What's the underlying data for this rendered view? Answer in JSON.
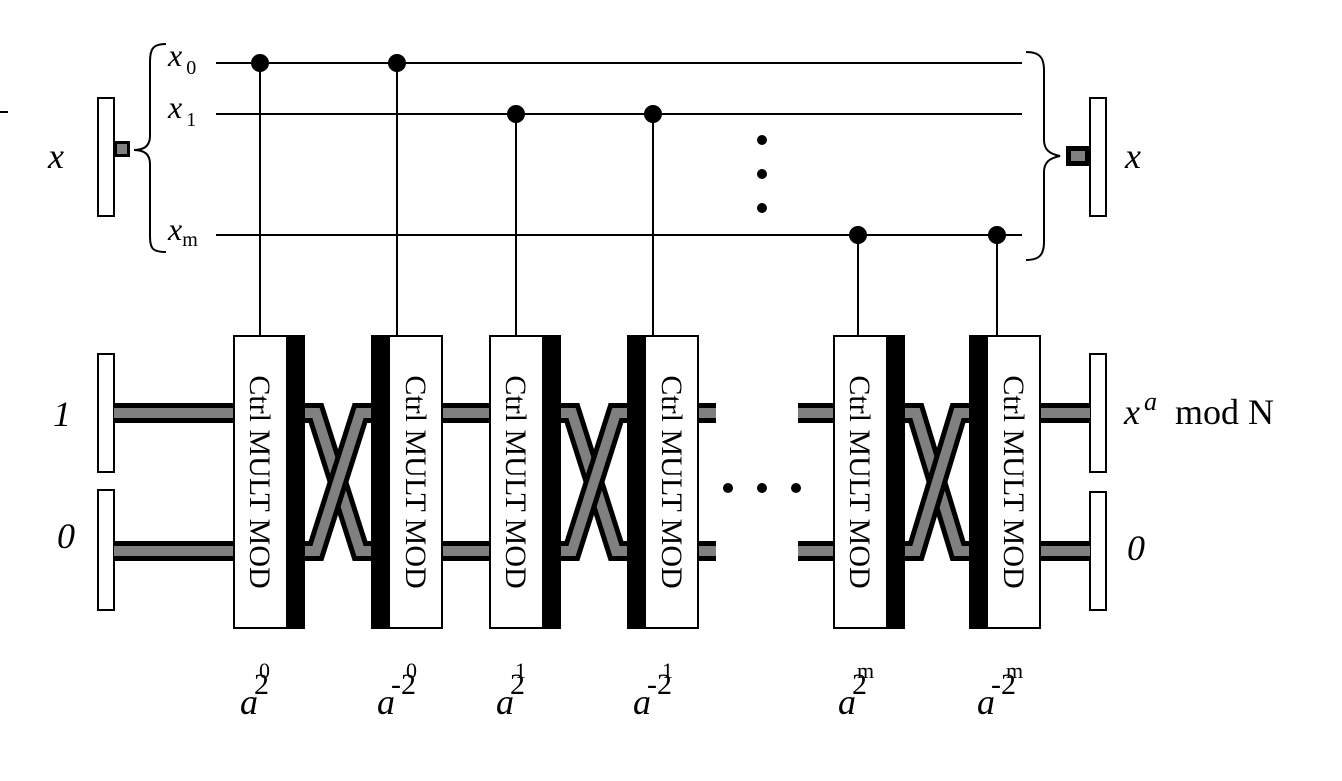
{
  "diagram": {
    "input_register": {
      "label": "x"
    },
    "output_register": {
      "label": "x"
    },
    "control_qubits": [
      {
        "base": "x",
        "sub": "0"
      },
      {
        "base": "x",
        "sub": "1"
      },
      {
        "base": "x",
        "sub": "m"
      }
    ],
    "bus_inputs": [
      "1",
      "0"
    ],
    "bus_outputs": {
      "top": {
        "base": "x",
        "sup": "a",
        "tail": " mod N"
      },
      "bottom": "0"
    },
    "gates": [
      {
        "label": "Ctrl MULT MOD",
        "param": {
          "base": "a",
          "sign": "",
          "exp": "2",
          "sup": "0"
        }
      },
      {
        "label": "Ctrl MULT MOD",
        "param": {
          "base": "a",
          "sign": "-",
          "exp": "2",
          "sup": "0"
        }
      },
      {
        "label": "Ctrl MULT MOD",
        "param": {
          "base": "a",
          "sign": "",
          "exp": "2",
          "sup": "1"
        }
      },
      {
        "label": "Ctrl MULT MOD",
        "param": {
          "base": "a",
          "sign": "-",
          "exp": "2",
          "sup": "1"
        }
      },
      {
        "label": "Ctrl MULT MOD",
        "param": {
          "base": "a",
          "sign": "",
          "exp": "2",
          "sup": "m"
        }
      },
      {
        "label": "Ctrl MULT MOD",
        "param": {
          "base": "a",
          "sign": "-",
          "exp": "2",
          "sup": "m"
        }
      }
    ],
    "colors": {
      "line": "#000000",
      "bus_fill": "#808080",
      "background": "#ffffff"
    }
  }
}
